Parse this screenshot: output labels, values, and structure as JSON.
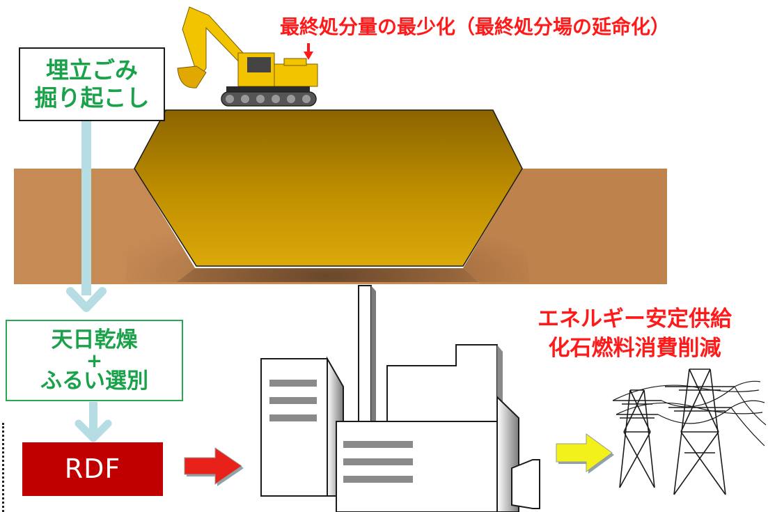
{
  "labels": {
    "excavation_line1": "埋立ごみ",
    "excavation_line2": "掘り起こし",
    "drying_line1": "天日乾燥",
    "drying_plus": "+",
    "drying_line2": "ふるい選別",
    "rdf": "RDF",
    "goal_landfill": "最終処分量の最少化（最終処分場の延命化）",
    "goal_energy_line1": "エネルギー安定供給",
    "goal_energy_line2": "化石燃料消費削減"
  },
  "colors": {
    "green_text": "#1aa24a",
    "red_text": "#ff1a1a",
    "rdf_box": "#c00000",
    "flow_arrow": "#b5dde3",
    "rdf_arrow": "#e8221a",
    "power_arrow": "#f2f21a",
    "excavator": "#f2c400",
    "landfill_waste": "#d39f05",
    "soil": "#c68a55"
  },
  "icons": [
    "excavator-icon",
    "red-down-arrow-icon",
    "power-plant-icon",
    "transmission-tower-icon",
    "right-arrow-icon"
  ]
}
